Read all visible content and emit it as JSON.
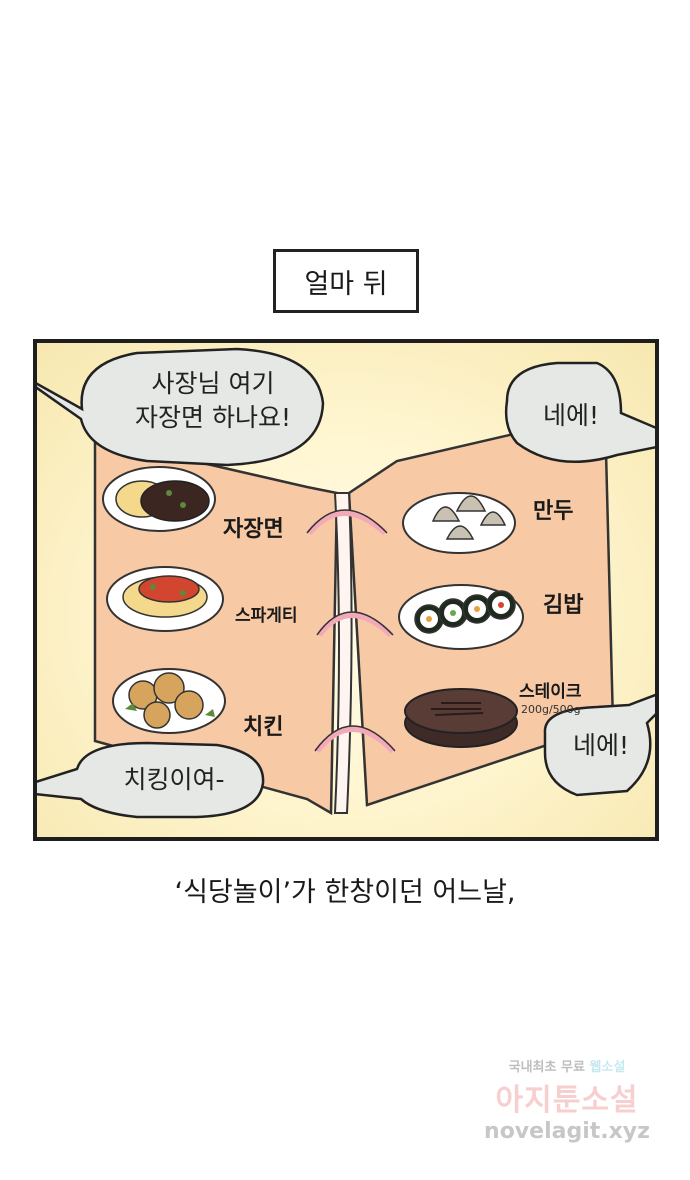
{
  "caption": "얼마 뒤",
  "bubbles": {
    "top_left_line1": "사장님 여기",
    "top_left_line2": "자장면 하나요!",
    "top_right": "네에!",
    "bottom_left": "치킹이여-",
    "bottom_right": "네에!"
  },
  "menu_left": [
    "자장면",
    "스파게티",
    "치킨"
  ],
  "menu_right": [
    "만두",
    "김밥",
    "스테이크"
  ],
  "menu_right_note": "200g/500g",
  "narration": "‘식당놀이’가 한창이던 어느날,",
  "watermark": {
    "line1_a": "국내최초 무료",
    "line1_b": "웹소설",
    "line2": "아지툰소설",
    "line3": "novelagit.xyz"
  },
  "colors": {
    "menu_page": "#f7c9a4",
    "ring": "#f3a9b8",
    "bubble": "#e6e8e6"
  }
}
